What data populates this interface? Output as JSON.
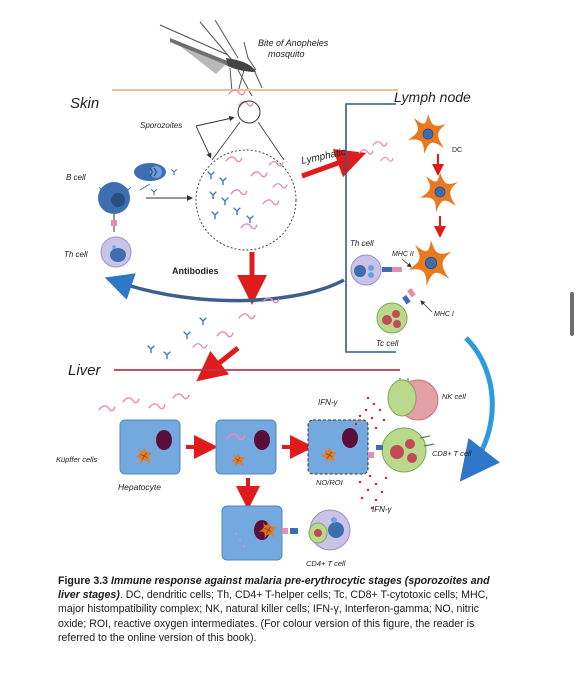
{
  "labels": {
    "bite": [
      "Bite of Anopheles",
      "mosquito"
    ],
    "skin": "Skin",
    "lymph_node": "Lymph node",
    "sporozoites": "Sporozoites",
    "lymphatic": "Lymphatic",
    "dc": "DC",
    "b_cell": "B cell",
    "th_cell_left": "Th cell",
    "antibodies": "Antibodies",
    "th_cell_right": "Th cell",
    "mhc_ii": "MHC II",
    "mhc_i": "MHC I",
    "tc_cell": "Tc cell",
    "liver": "Liver",
    "ifn_top": "IFN-γ",
    "nk_cell": "NK cell",
    "kupffer": "Küpffer cells",
    "no_roi": "NO/ROI",
    "cd8_t_cell": "CD8+ T cell",
    "hepatocyte": "Hepatocyte",
    "ifn_bottom": "IFN-γ",
    "cd4_t_cell": "CD4+ T cell"
  },
  "caption": {
    "figure_label": "Figure 3.3",
    "title": "Immune response against malaria pre-erythrocytic stages (sporozoites and liver stages)",
    "body": ". DC, dendritic cells; Th, CD4+ T-helper cells; Tc, CD8+ T-cytotoxic cells; MHC, major histompatibility complex; NK, natural killer cells; IFN-γ, Interferon-gamma; NO, nitric oxide; ROI, reactive oxygen intermediates. (For colour version of this figure, the reader is referred to the online version of this book)."
  },
  "colors": {
    "sporozoite": "#e88bb5",
    "arrow_red": "#e01b1b",
    "dc_orange": "#e8791c",
    "b_cell_blue": "#3d6fb0",
    "th_cell_fill": "#c9c3e8",
    "tc_cell_fill": "#b9d98c",
    "nk_cell_fill": "#e3a0a6",
    "hepatocyte_fill": "#74a9e0",
    "nucleus_dark": "#5a0e3a",
    "antibody_blue": "#3f72b8",
    "lymph_node_line": "#2f5d8c",
    "skin_line": "#e7c39a",
    "liver_line": "#c8324a"
  }
}
